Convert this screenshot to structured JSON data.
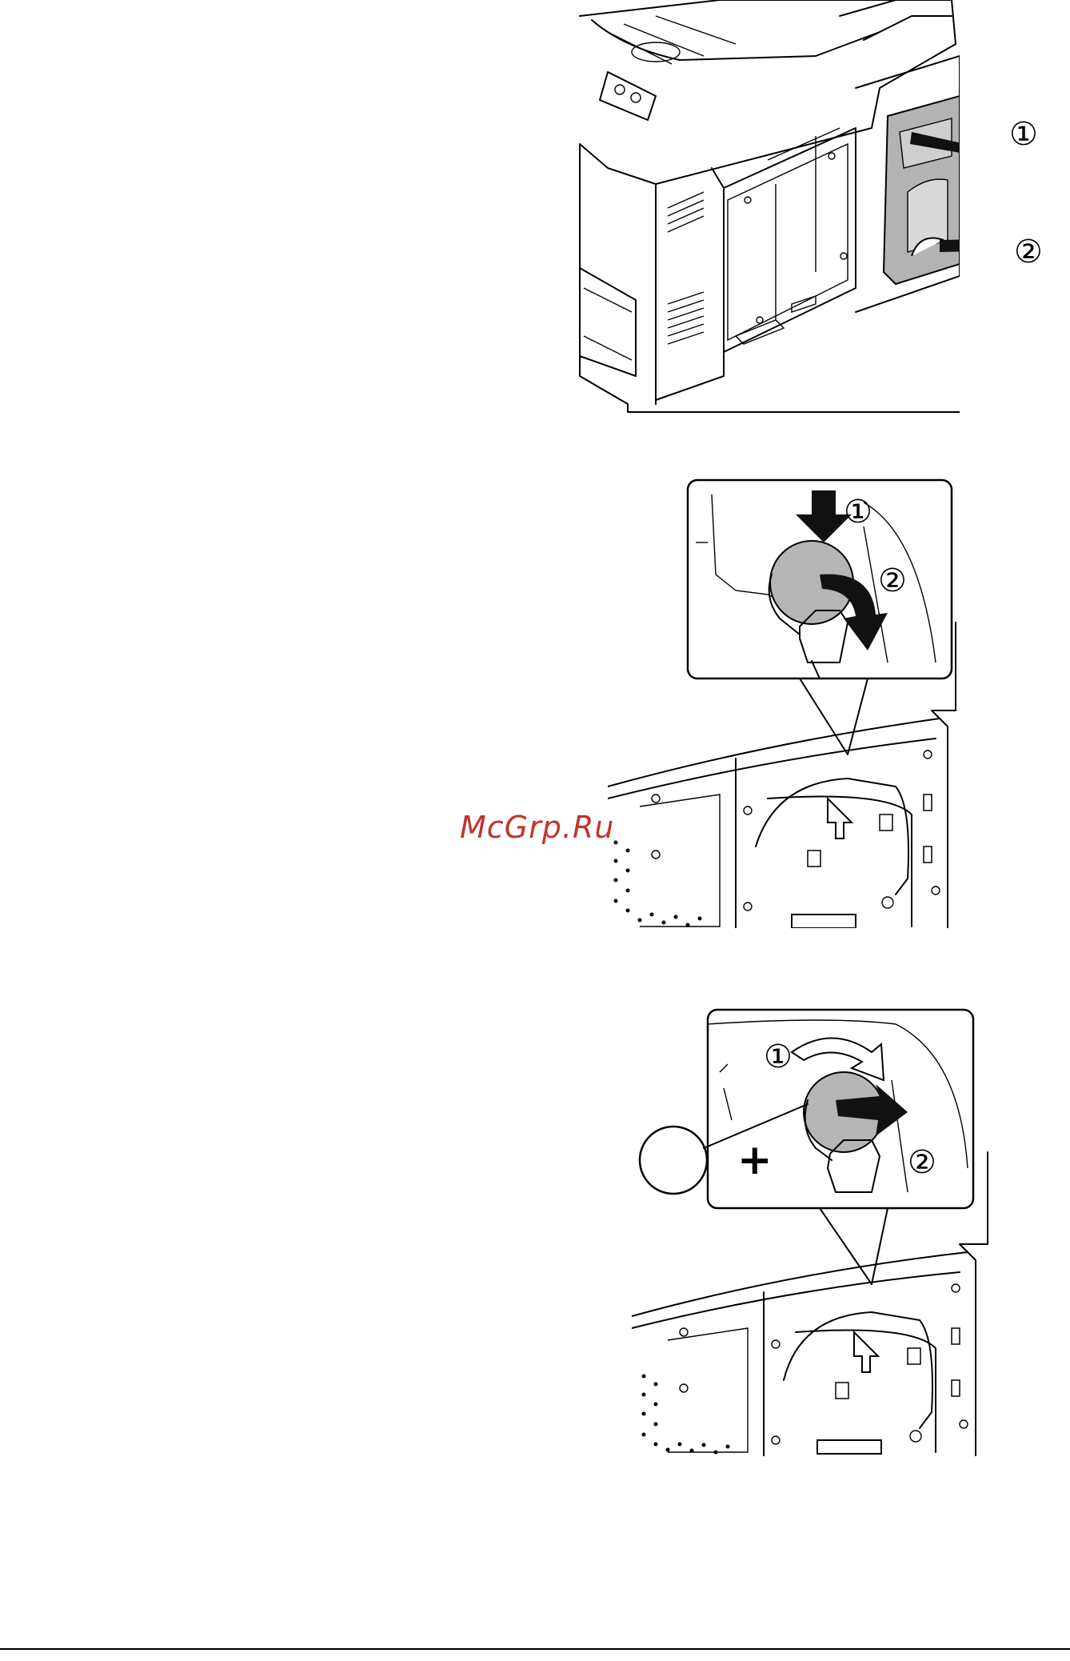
{
  "watermark": "McGrp.Ru",
  "figures": [
    {
      "callouts": [
        "①",
        "②"
      ]
    },
    {
      "callouts": [
        "①",
        "②"
      ]
    },
    {
      "callouts": [
        "①",
        "②"
      ],
      "polarity_mark": "+"
    }
  ]
}
